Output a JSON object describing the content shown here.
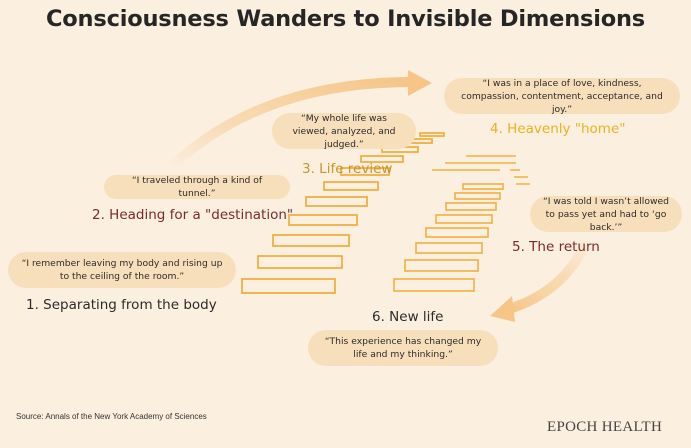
{
  "title": "Consciousness Wanders to Invisible Dimensions",
  "steps": [
    {
      "label": "1. Separating from the body",
      "quote": "“I remember leaving my body and rising up to the ceiling of the room.”"
    },
    {
      "label": "2. Heading for a \"destination\"",
      "quote": "“I traveled through a kind of tunnel.”"
    },
    {
      "label": "3. Life review",
      "quote": "“My whole life was viewed, analyzed, and judged.”"
    },
    {
      "label": "4. Heavenly \"home\"",
      "quote": "“I was in a place of love, kindness, compassion, contentment, acceptance, and joy.”"
    },
    {
      "label": "5. The return",
      "quote": "“I was told I wasn’t allowed to pass yet and had to ‘go back.’”"
    },
    {
      "label": "6. New life",
      "quote": "“This experience has changed my life and my thinking.”"
    }
  ],
  "source": "Source: Annals of the New York Academy of Sciences",
  "brand": "EPOCH HEALTH",
  "colors": {
    "background": "#fbefdf",
    "bubble": "#f8dfbb",
    "stair": "#f2b040",
    "arrow": "#f7cf9a",
    "maroon": "#7b2a31",
    "gold": "#c8962a",
    "yellow": "#e8b320"
  }
}
